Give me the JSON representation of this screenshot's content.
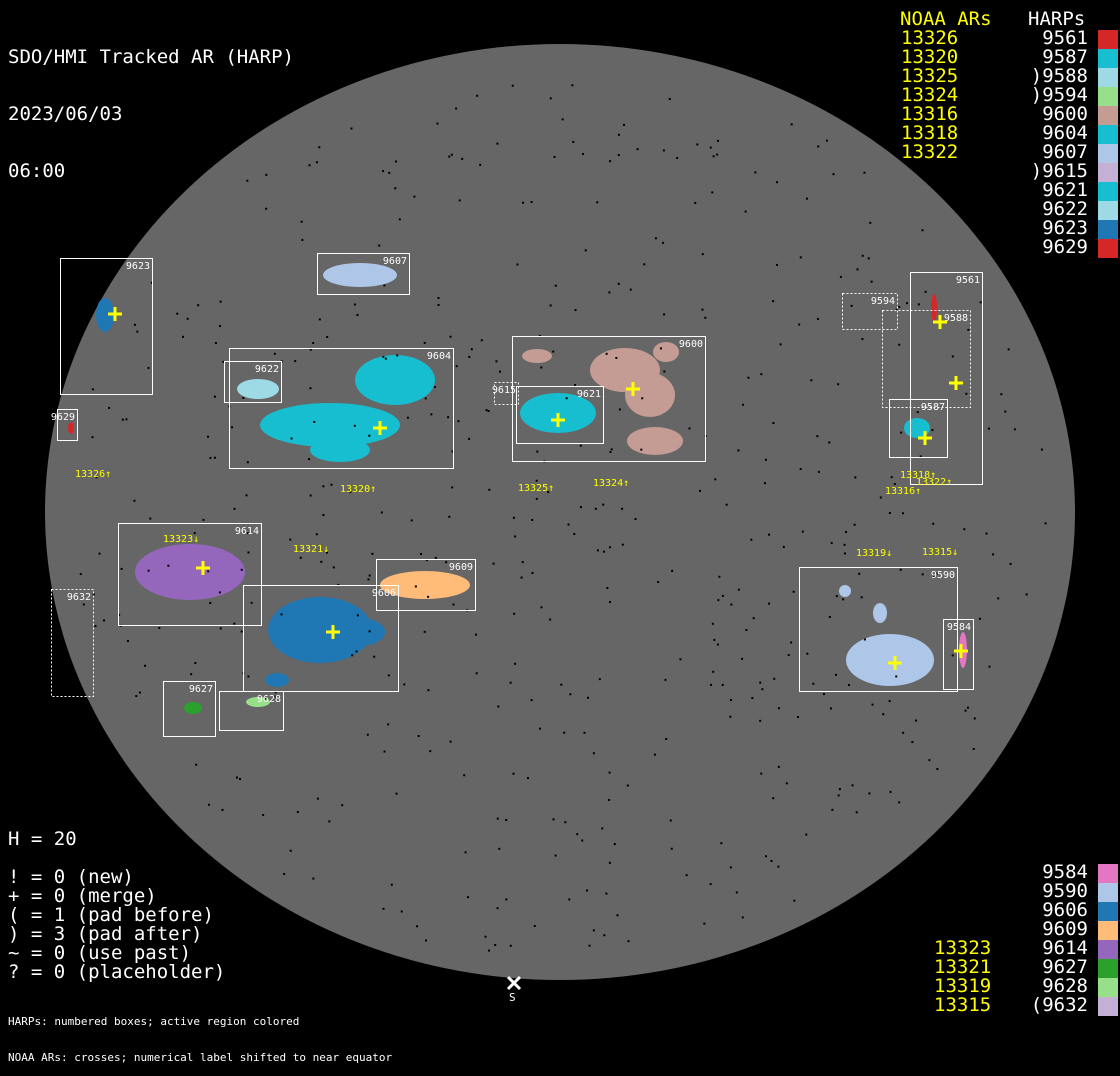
{
  "header": {
    "title": "SDO/HMI Tracked AR (HARP)",
    "date": "2023/06/03",
    "time": "06:00"
  },
  "legend_top": {
    "noaa_heading": "NOAA ARs",
    "harp_heading": "HARPs",
    "noaa": [
      "13326",
      "13320",
      "13325",
      "13324",
      "13316",
      "13318",
      "13322"
    ],
    "harps": [
      {
        "label": "9561",
        "color": "#d62728"
      },
      {
        "label": "9587",
        "color": "#17becf"
      },
      {
        "label": ")9588",
        "color": "#9edae5"
      },
      {
        "label": ")9594",
        "color": "#98df8a"
      },
      {
        "label": "9600",
        "color": "#c49c94"
      },
      {
        "label": "9604",
        "color": "#17becf"
      },
      {
        "label": "9607",
        "color": "#aec7e8"
      },
      {
        "label": ")9615",
        "color": "#c5b0d5"
      },
      {
        "label": "9621",
        "color": "#17becf"
      },
      {
        "label": "9622",
        "color": "#9edae5"
      },
      {
        "label": "9623",
        "color": "#1f77b4"
      },
      {
        "label": "9629",
        "color": "#d62728"
      }
    ]
  },
  "legend_bottom": {
    "noaa": [
      "13323",
      "13321",
      "13319",
      "13315"
    ],
    "harps": [
      {
        "label": "9584",
        "color": "#e377c2"
      },
      {
        "label": "9590",
        "color": "#aec7e8"
      },
      {
        "label": "9606",
        "color": "#1f77b4"
      },
      {
        "label": "9609",
        "color": "#ffbb78"
      },
      {
        "label": "9614",
        "color": "#9467bd"
      },
      {
        "label": "9627",
        "color": "#2ca02c"
      },
      {
        "label": "9628",
        "color": "#98df8a"
      },
      {
        "label": "(9632",
        "color": "#c5b0d5"
      }
    ]
  },
  "stats": {
    "h": "H = 20",
    "lines": [
      "! = 0 (new)",
      "+ = 0 (merge)",
      "( = 1 (pad before)",
      ") = 3 (pad after)",
      "~ = 0 (use past)",
      "? = 0 (placeholder)"
    ]
  },
  "footnote": [
    "HARPs: numbered boxes; active region colored",
    "NOAA ARs: crosses; numerical label shifted to near equator"
  ],
  "south_label": "S",
  "disk_harps": [
    "9623",
    "9607",
    "9604",
    "9622",
    "9629",
    "9600",
    "9621",
    "9615",
    "9594",
    "9561",
    "9588",
    "9587",
    "9614",
    "9609",
    "9606",
    "9627",
    "9628",
    "9632",
    "9590",
    "9584"
  ],
  "disk_noaa": [
    "13326↑",
    "13320↑",
    "13325↑",
    "13324↑",
    "13318↑",
    "13322↑",
    "13316↑",
    "13323↓",
    "13321↓",
    "13319↓",
    "13315↓"
  ]
}
